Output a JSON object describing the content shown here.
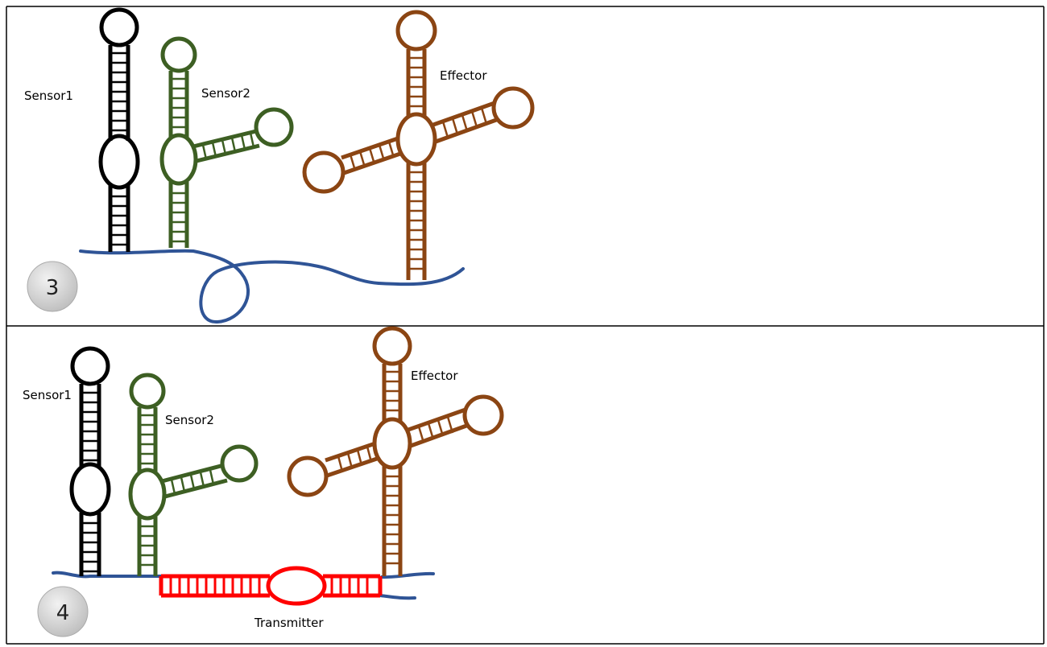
{
  "panel3": {
    "number": "3",
    "labels": {
      "sensor1": "Sensor1",
      "sensor2": "Sensor2",
      "effector": "Effector"
    }
  },
  "panel4": {
    "number": "4",
    "labels": {
      "sensor1": "Sensor1",
      "sensor2": "Sensor2",
      "effector": "Effector",
      "transmitter": "Transmitter"
    }
  },
  "colors": {
    "sensor1": "#000000",
    "sensor2": "#3d5f23",
    "effector": "#8b4513",
    "backbone": "#2f5496",
    "transmitter": "#ff0000",
    "badge": "#c8c8c8",
    "border": "#000000"
  }
}
